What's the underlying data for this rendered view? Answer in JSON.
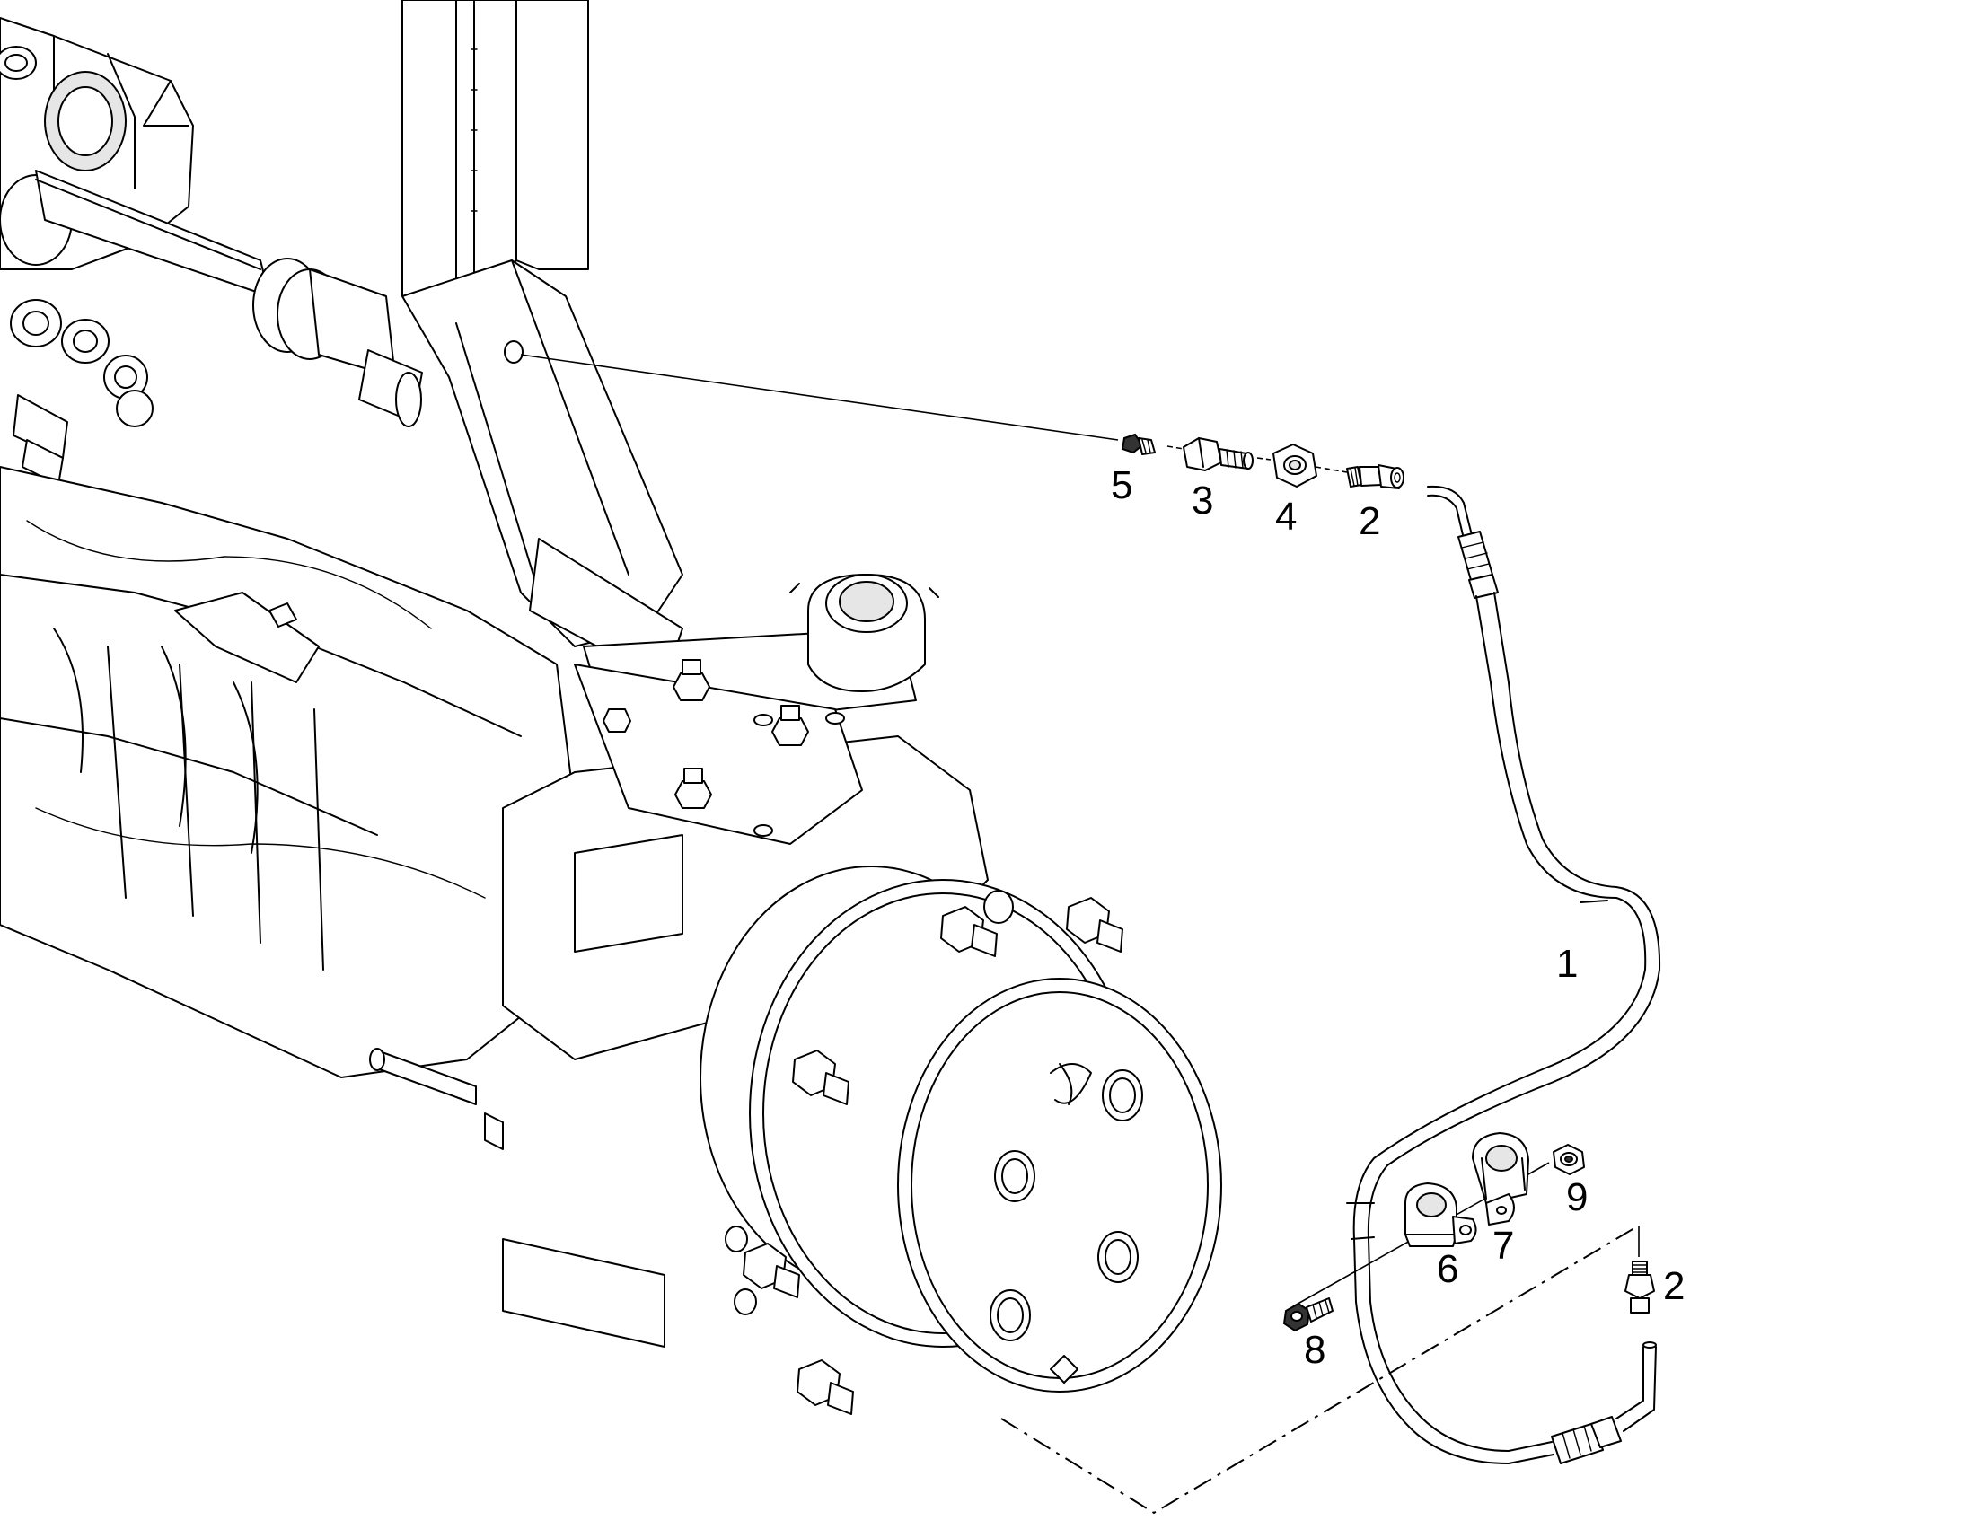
{
  "diagram": {
    "callouts": [
      {
        "id": "5",
        "text": "5"
      },
      {
        "id": "3",
        "text": "3"
      },
      {
        "id": "4",
        "text": "4"
      },
      {
        "id": "2a",
        "text": "2"
      },
      {
        "id": "1",
        "text": "1"
      },
      {
        "id": "9",
        "text": "9"
      },
      {
        "id": "7",
        "text": "7"
      },
      {
        "id": "6",
        "text": "6"
      },
      {
        "id": "2b",
        "text": "2"
      },
      {
        "id": "8",
        "text": "8"
      }
    ]
  }
}
